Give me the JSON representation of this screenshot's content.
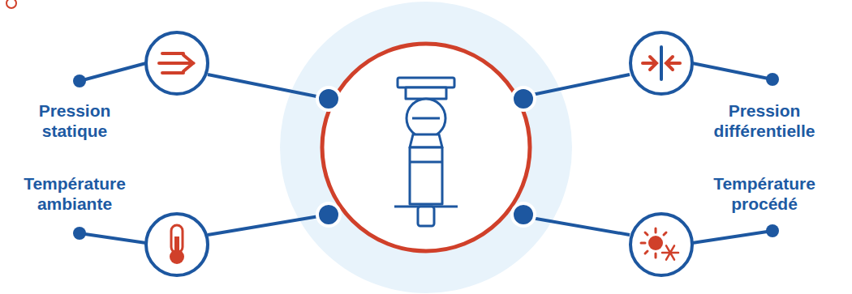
{
  "diagram": {
    "labels": [
      "Pression statique",
      "Température ambiante",
      "Pression différentielle",
      "Température procédé"
    ]
  }
}
